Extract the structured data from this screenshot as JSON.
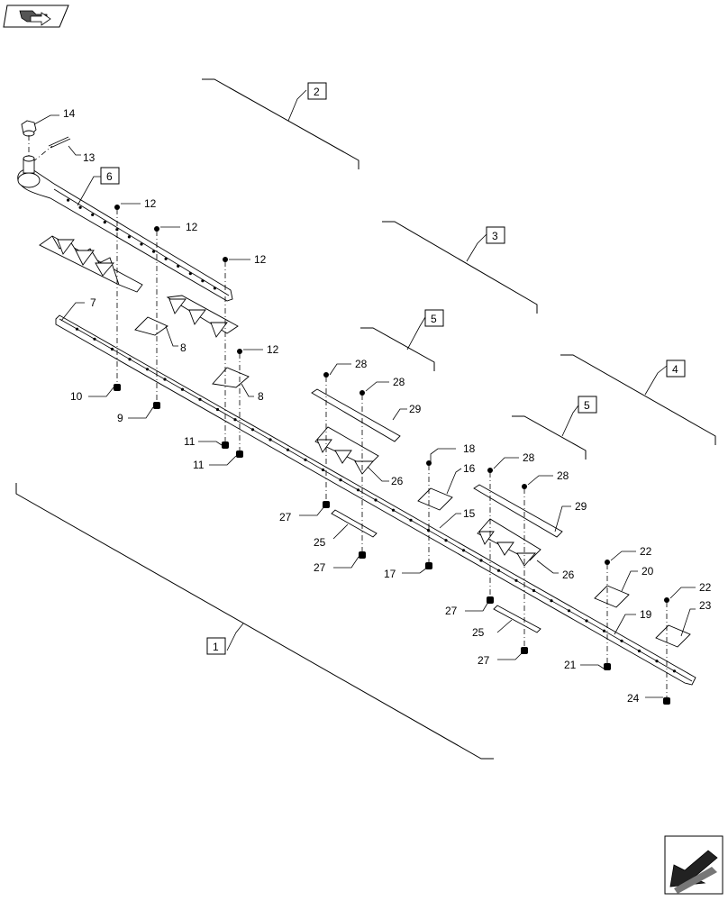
{
  "toolbar": {
    "icon_label": ""
  },
  "callouts": [
    {
      "id": "c14",
      "text": "14"
    },
    {
      "id": "c13",
      "text": "13"
    },
    {
      "id": "c12a",
      "text": "12"
    },
    {
      "id": "c12b",
      "text": "12"
    },
    {
      "id": "c12c",
      "text": "12"
    },
    {
      "id": "c12d",
      "text": "12"
    },
    {
      "id": "c7",
      "text": "7"
    },
    {
      "id": "c8a",
      "text": "8"
    },
    {
      "id": "c8b",
      "text": "8"
    },
    {
      "id": "c10",
      "text": "10"
    },
    {
      "id": "c9",
      "text": "9"
    },
    {
      "id": "c11a",
      "text": "11"
    },
    {
      "id": "c11b",
      "text": "11"
    },
    {
      "id": "c28a",
      "text": "28"
    },
    {
      "id": "c28b",
      "text": "28"
    },
    {
      "id": "c29a",
      "text": "29"
    },
    {
      "id": "c26a",
      "text": "26"
    },
    {
      "id": "c27a",
      "text": "27"
    },
    {
      "id": "c25a",
      "text": "25"
    },
    {
      "id": "c27b",
      "text": "27"
    },
    {
      "id": "c18",
      "text": "18"
    },
    {
      "id": "c16",
      "text": "16"
    },
    {
      "id": "c15",
      "text": "15"
    },
    {
      "id": "c17",
      "text": "17"
    },
    {
      "id": "c28c",
      "text": "28"
    },
    {
      "id": "c28d",
      "text": "28"
    },
    {
      "id": "c29b",
      "text": "29"
    },
    {
      "id": "c26b",
      "text": "26"
    },
    {
      "id": "c27c",
      "text": "27"
    },
    {
      "id": "c25b",
      "text": "25"
    },
    {
      "id": "c27d",
      "text": "27"
    },
    {
      "id": "c22a",
      "text": "22"
    },
    {
      "id": "c20",
      "text": "20"
    },
    {
      "id": "c22b",
      "text": "22"
    },
    {
      "id": "c23",
      "text": "23"
    },
    {
      "id": "c19",
      "text": "19"
    },
    {
      "id": "c21",
      "text": "21"
    },
    {
      "id": "c24",
      "text": "24"
    }
  ],
  "boxed_callouts": [
    {
      "id": "b2",
      "text": "2"
    },
    {
      "id": "b6",
      "text": "6"
    },
    {
      "id": "b3",
      "text": "3"
    },
    {
      "id": "b5a",
      "text": "5"
    },
    {
      "id": "b4",
      "text": "4"
    },
    {
      "id": "b5b",
      "text": "5"
    },
    {
      "id": "b1",
      "text": "1"
    }
  ],
  "icons": {
    "top_left": "parts-catalog-arrow-icon",
    "bottom_right": "next-page-arrow-icon"
  }
}
